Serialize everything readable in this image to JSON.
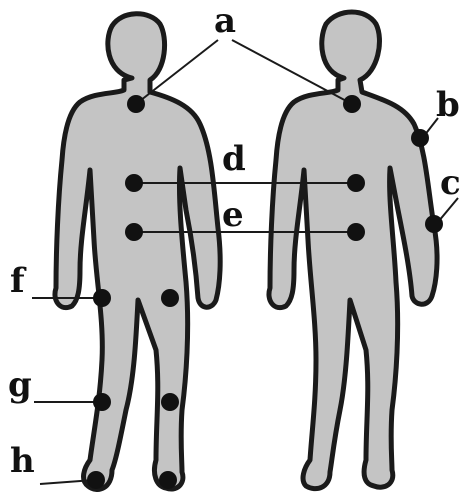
{
  "labels": {
    "a": "a",
    "b": "b",
    "c": "c",
    "d": "d",
    "e": "e",
    "f": "f",
    "g": "g",
    "h": "h"
  },
  "colors": {
    "body_fill": "#c4c4c4",
    "outline": "#1a1a1a",
    "marker": "#111111"
  }
}
